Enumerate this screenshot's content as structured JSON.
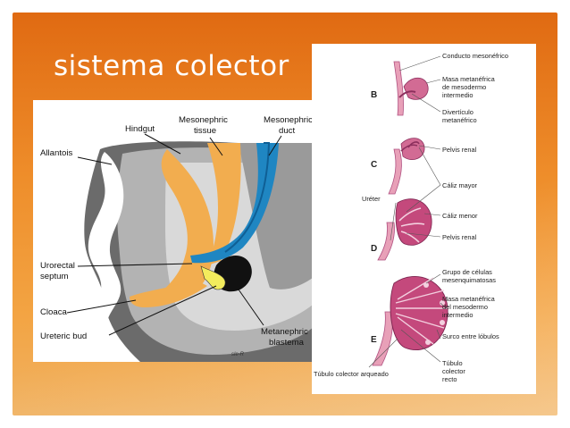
{
  "slide": {
    "title": "sistema colector"
  },
  "left_figure": {
    "labels": {
      "hindgut": "Hindgut",
      "mesonephric_tissue_1": "Mesonephric",
      "mesonephric_tissue_2": "tissue",
      "mesonephric_duct_1": "Mesonephric",
      "mesonephric_duct_2": "duct",
      "allantois": "Allantois",
      "urorectal_septum_1": "Urorectal",
      "urorectal_septum_2": "septum",
      "cloaca": "Cloaca",
      "ureteric_bud": "Ureteric bud",
      "metanephric_blastema_1": "Metanephric",
      "metanephric_blastema_2": "blastema"
    },
    "signature": "sle-R"
  },
  "right_figure": {
    "stages": [
      "B",
      "C",
      "D",
      "E"
    ],
    "labels": {
      "conducto": "Conducto mesonéfrico",
      "masa_1": "Masa metanéfrica",
      "masa_2": "de mesodermo",
      "masa_3": "intermedio",
      "diverticulo_1": "Divertículo",
      "diverticulo_2": "metanéfrico",
      "pelvis_c": "Pelvis renal",
      "caliz_mayor": "Cáliz mayor",
      "ureter": "Uréter",
      "caliz_menor": "Cáliz menor",
      "pelvis_d": "Pelvis renal",
      "grupo_1": "Grupo de células",
      "grupo_2": "mesenquimatosas",
      "masa_e_1": "Masa metanéfrica",
      "masa_e_2": "del mesodermo",
      "masa_e_3": "intermedio",
      "surco": "Surco entre lóbulos",
      "tubulo_arqueado": "Túbulo colector arqueado",
      "tubulo_1": "Túbulo",
      "tubulo_2": "colector",
      "tubulo_3": "recto"
    }
  }
}
